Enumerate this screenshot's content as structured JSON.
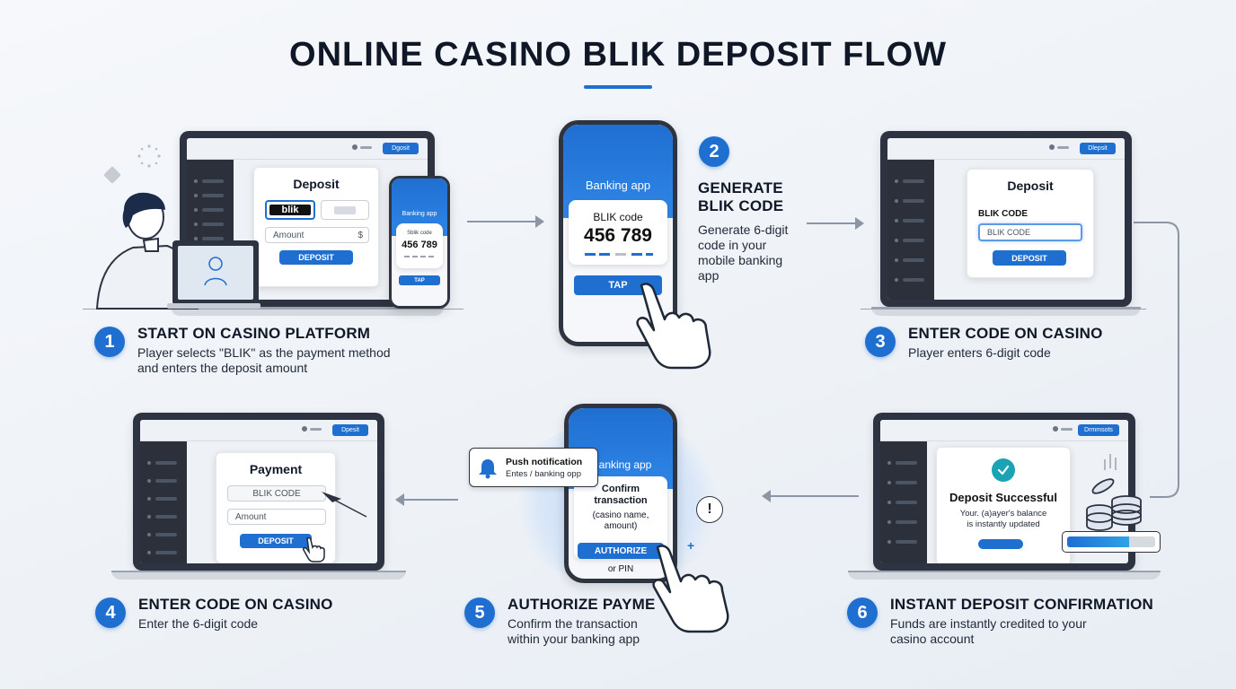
{
  "title": "ONLINE CASINO BLIK DEPOSIT FLOW",
  "colors": {
    "accent": "#1f6fd1",
    "dark": "#2d3340",
    "success": "#1aa3b5"
  },
  "steps": [
    {
      "num": "1",
      "title": "START ON CASINO PLATFORM",
      "desc": [
        "Player selects \"BLIK\" as the payment method",
        "and enters the deposit amount"
      ]
    },
    {
      "num": "2",
      "title": [
        "GENERATE",
        "BLIK CODE"
      ],
      "desc": [
        "Generate 6-digit",
        "code in your",
        "mobile banking",
        "app"
      ]
    },
    {
      "num": "3",
      "title": "ENTER CODE ON CASINO",
      "desc": [
        "Player enters 6-digit code"
      ]
    },
    {
      "num": "4",
      "title": "ENTER CODE ON CASINO",
      "desc": [
        "Enter the 6-digit code"
      ]
    },
    {
      "num": "5",
      "title": "AUTHORIZE PAYME",
      "desc": [
        "Confirm the transaction",
        "within your banking app"
      ]
    },
    {
      "num": "6",
      "title": "INSTANT DEPOSIT CONFIRMATION",
      "desc": [
        "Funds are instantly credited to your",
        "casino account"
      ]
    }
  ],
  "laptop1": {
    "topbar_button": "Dgosit",
    "card_title": "Deposit",
    "blik_logo": "blik",
    "amount_placeholder": "Amount",
    "currency": "$",
    "button": "DEPOSIT"
  },
  "phone1": {
    "app": "Banking app",
    "code_label": "Sblik code",
    "code": "456 789",
    "button": "TAP"
  },
  "phone2": {
    "app": "Banking app",
    "code_label": "BLIK code",
    "code": "456 789",
    "button": "TAP"
  },
  "laptop3": {
    "topbar_button": "Dlepsit",
    "card_title": "Deposit",
    "code_label": "BLIK CODE",
    "code_placeholder": "BLIK CODE",
    "button": "DEPOSIT"
  },
  "laptop4": {
    "topbar_button": "Dpesit",
    "card_title": "Payment",
    "code_placeholder": "BLIK CODE",
    "amount_placeholder": "Amount",
    "button": "DEPOSIT"
  },
  "phone5": {
    "app": "anking app",
    "confirm_title": [
      "Confirm",
      "transaction"
    ],
    "confirm_detail": [
      "(casino name,",
      "amount)"
    ],
    "button": "AUTHORIZE",
    "alt": "or PIN",
    "notification_title": "Push notification",
    "notification_body": "Entes / banking opp",
    "alert_mark": "!",
    "plus_mark": "+"
  },
  "laptop6": {
    "topbar_button": "Drmmsots",
    "title": "Deposit Successful",
    "body": [
      "Your. (a)ayer's balance",
      "is instantly updated"
    ],
    "progress": 0.7
  }
}
